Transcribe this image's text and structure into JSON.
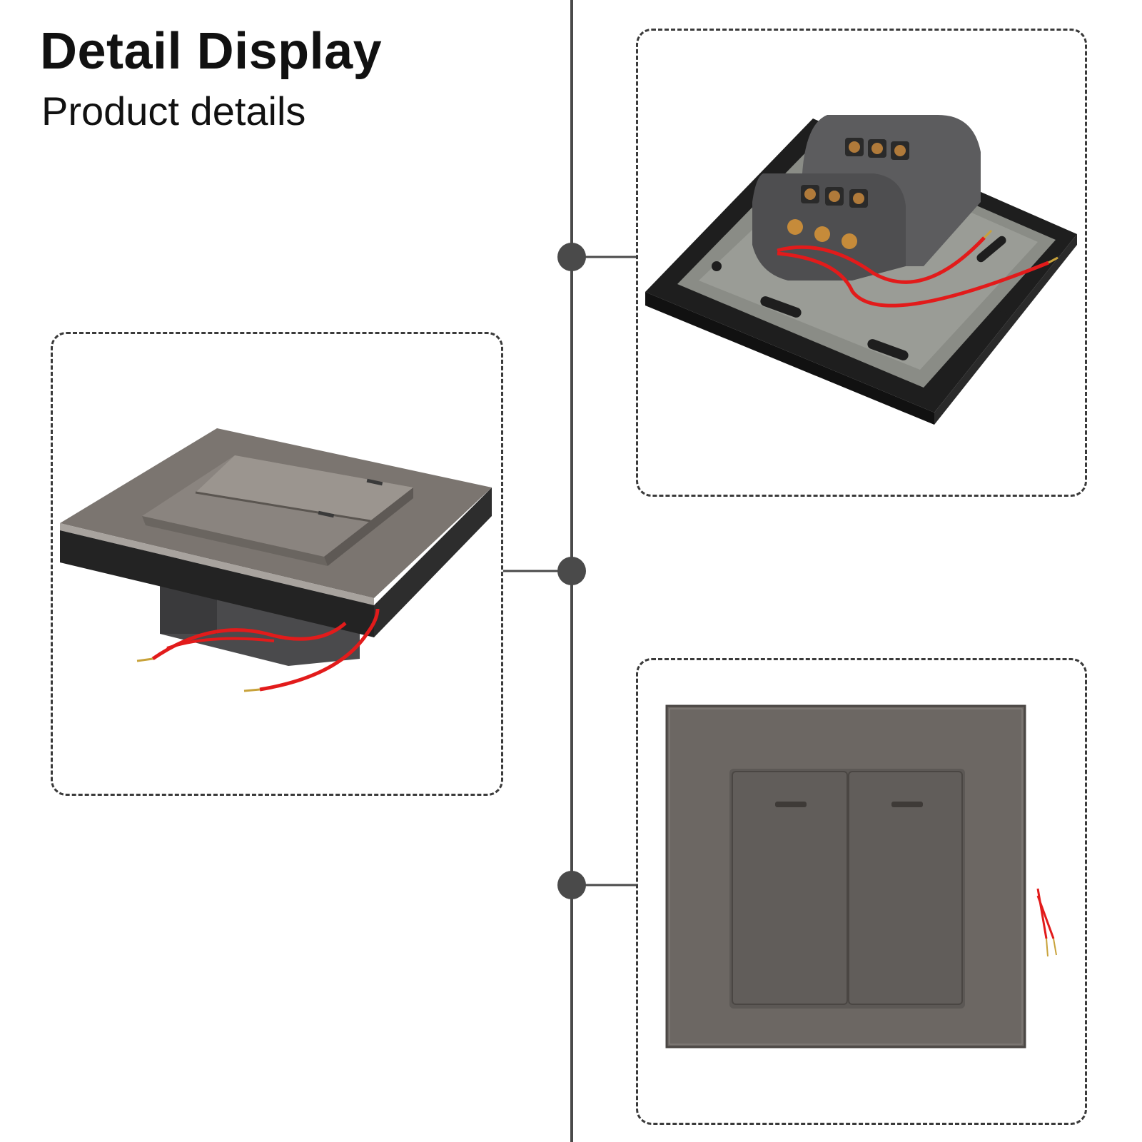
{
  "header": {
    "title": "Detail Display",
    "subtitle": "Product details"
  },
  "panels": [
    {
      "id": "back-view",
      "subject": "switch-back-terminals"
    },
    {
      "id": "angled-view",
      "subject": "switch-side-perspective"
    },
    {
      "id": "front-view",
      "subject": "switch-front-two-gang"
    }
  ],
  "colors": {
    "text": "#111111",
    "timeline": "#4a4a4a",
    "panel_border": "#3a3a3a",
    "switch_gray": "#6c6763",
    "frame_black": "#1e1e1e",
    "mount_gray": "#8a8c86",
    "wire_red": "#e21b1b",
    "wire_tip": "#c8a23a"
  }
}
